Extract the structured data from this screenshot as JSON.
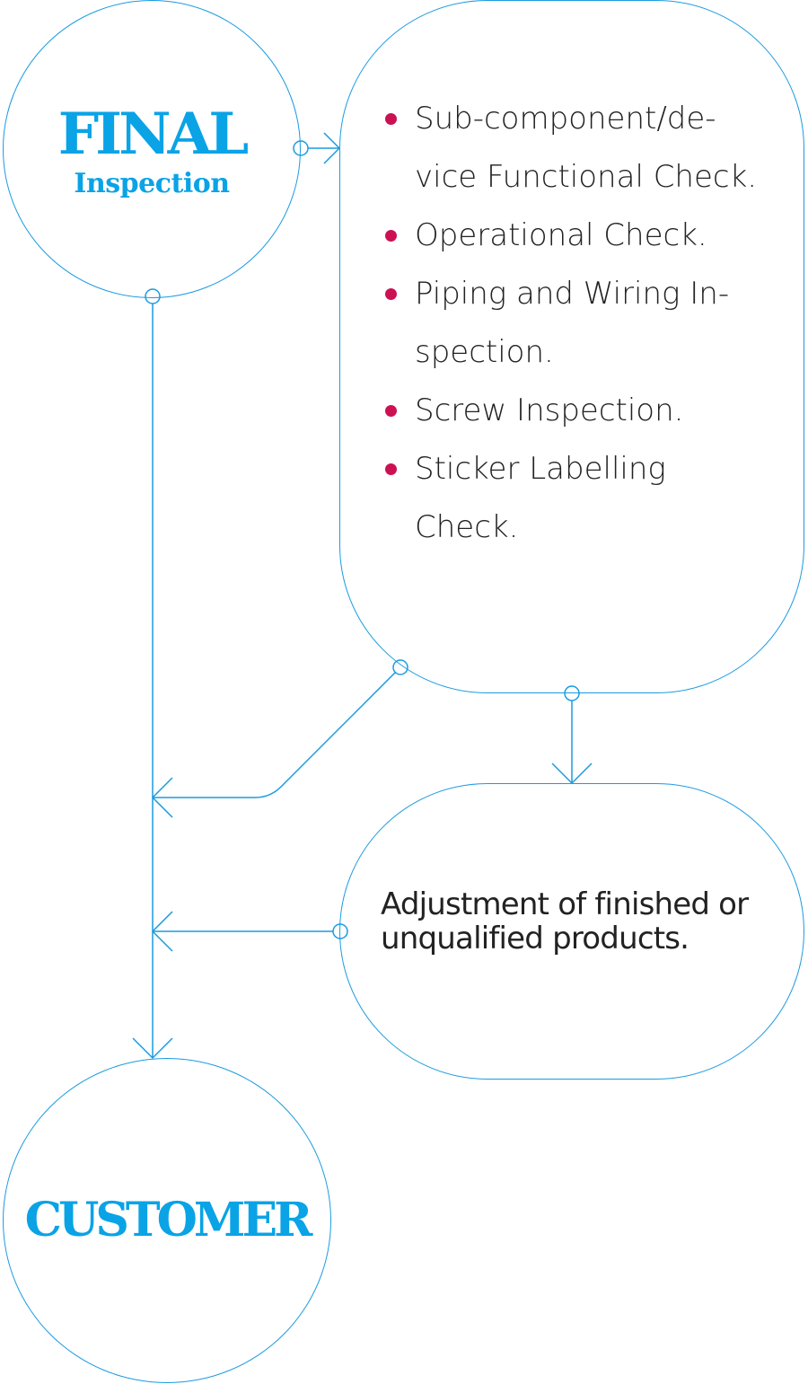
{
  "colors": {
    "line": "#1a9be0",
    "title": "#0aa3e6",
    "bullet": "#cc1152",
    "body_text": "#222222"
  },
  "nodes": {
    "final": {
      "title": "FINAL",
      "subtitle": "Inspection"
    },
    "checks": {
      "items": [
        "Sub-component/de-vice Functional Check.",
        "Operational Check.",
        "Piping and Wiring In-spection.",
        "Screw Inspection.",
        "Sticker Labelling Check."
      ]
    },
    "adjustment": {
      "text": "Adjustment of finished or unqualified products."
    },
    "customer": {
      "title": "CUSTOMER"
    }
  }
}
